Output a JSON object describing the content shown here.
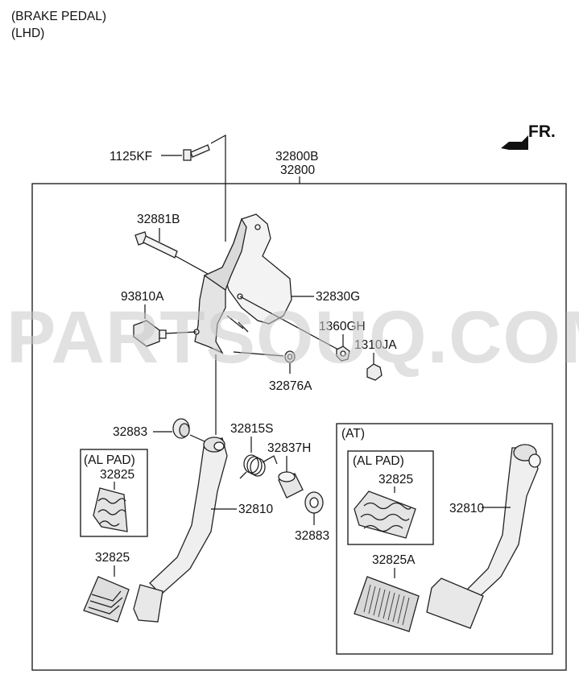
{
  "header": {
    "line1": "(BRAKE PEDAL)",
    "line2": "(LHD)"
  },
  "direction": {
    "label": "FR."
  },
  "watermark": "PARTSOUQ.COM",
  "callouts": {
    "bolt_1125KF": "1125KF",
    "assy_32800B": "32800B",
    "assy_32800": "32800",
    "bolt_32881B": "32881B",
    "switch_93810A": "93810A",
    "bracket_32830G": "32830G",
    "nut_1360GH": "1360GH",
    "nut_1310JA": "1310JA",
    "bush_32876A": "32876A",
    "bush_32883_left": "32883",
    "spring_32815S": "32815S",
    "sleeve_32837H": "32837H",
    "pedal_32810": "32810",
    "bush_32883_right": "32883",
    "pad_32825": "32825",
    "alpad_32825": "32825"
  },
  "alpad_box": {
    "title": "(AL PAD)"
  },
  "at_box": {
    "title": "(AT)",
    "alpad_title": "(AL PAD)",
    "alpad_part": "32825",
    "pedal": "32810",
    "pad": "32825A"
  },
  "colors": {
    "line": "#111111",
    "part_fill": "#f2f2f2",
    "part_shade": "#d9d9d9",
    "watermark": "#c9c9c9"
  }
}
